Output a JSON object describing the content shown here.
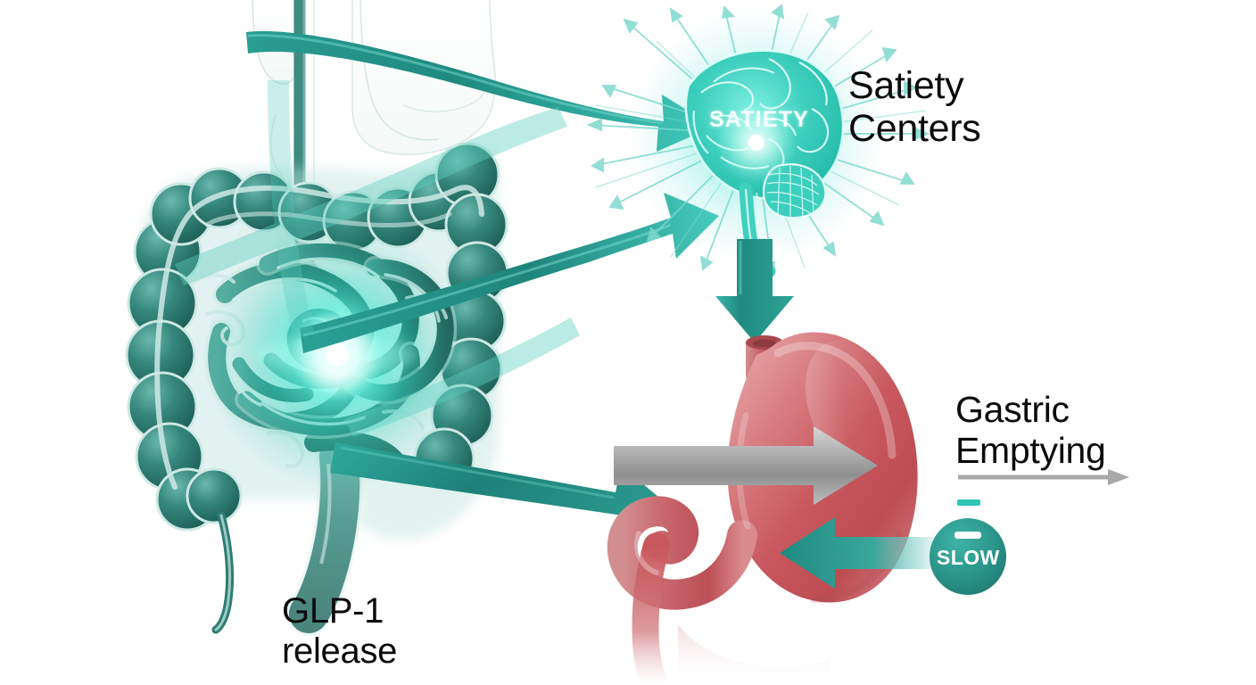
{
  "figure": {
    "title": "GLP-1 gut-brain-stomach signalling diagram",
    "background_color": "#ffffff"
  },
  "labels": {
    "satiety_centers": "Satiety\nCenters",
    "gastric_emptying": "Gastric\nEmptying",
    "glp1_release": "GLP-1\nrelease",
    "brain_overlay": "SATIETY",
    "slow_badge": "SLOW"
  },
  "colors": {
    "teal_arrow": "#228f86",
    "teal_dark": "#1c7a72",
    "intestine_dark": "#2c7a70",
    "intestine_mid": "#3a9289",
    "intestine_light": "#cfe9e4",
    "glow_cyan": "#2ee0cf",
    "brain_teal": "#33cdbd",
    "stomach_red": "#c9565c",
    "stomach_light": "#e2979a",
    "gray_arrow": "#9a9a9a",
    "gray_arrow_light": "#cfcfcf",
    "badge_teal": "#2a9489",
    "text_black": "#0b0b0b",
    "faint_outline": "#b9d4d0"
  },
  "elements": {
    "organs": [
      {
        "name": "small-intestine",
        "label": "Small intestine"
      },
      {
        "name": "large-intestine",
        "label": "Large intestine / colon"
      },
      {
        "name": "stomach",
        "label": "Stomach"
      },
      {
        "name": "brain",
        "label": "Brain / satiety centers"
      },
      {
        "name": "esophagus",
        "label": "Esophagus"
      },
      {
        "name": "appendix",
        "label": "Appendix"
      },
      {
        "name": "duodenum",
        "label": "Duodenum"
      },
      {
        "name": "liver-outline",
        "label": "Liver outline (faded)"
      }
    ],
    "arrows": [
      {
        "name": "gut-to-brain-upper",
        "from": "gut",
        "to": "brain",
        "style": "thick teal ribbon"
      },
      {
        "name": "gut-to-brain-lower",
        "from": "gut",
        "to": "brain",
        "style": "thick teal ribbon"
      },
      {
        "name": "brain-to-stomach",
        "from": "brain",
        "to": "esophagus",
        "style": "thick teal down arrow"
      },
      {
        "name": "gut-to-stomach",
        "from": "gut",
        "to": "stomach",
        "style": "thick teal diagonal arrow"
      },
      {
        "name": "gastric-emptying-forward",
        "direction": "right",
        "style": "gray block arrow"
      },
      {
        "name": "gastric-emptying-slowed",
        "direction": "left",
        "style": "teal block arrow"
      }
    ],
    "legend": [
      {
        "name": "gray-rate-arrow",
        "meaning": "normal gastric emptying rate"
      },
      {
        "name": "teal-dash",
        "meaning": "reduced / inhibited"
      },
      {
        "name": "slow-badge",
        "meaning": "SLOW"
      }
    ]
  }
}
